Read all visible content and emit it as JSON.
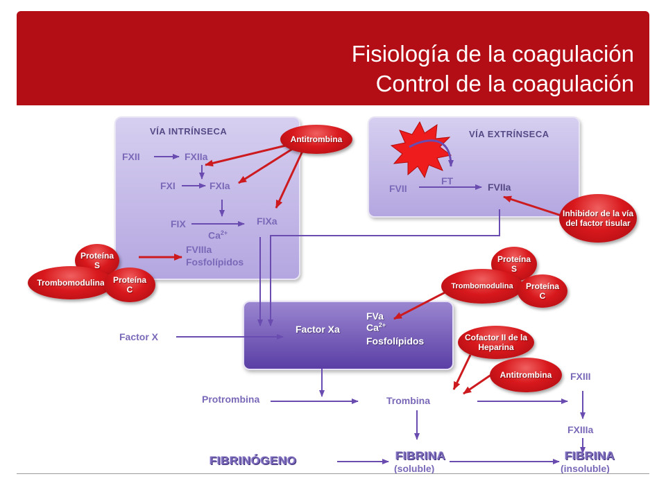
{
  "header": {
    "title_line1": "Fisiología de la coagulación",
    "title_line2": "Control de la coagulación",
    "color": "#b30e16"
  },
  "intrinsic": {
    "heading": "VÍA INTRÍNSECA",
    "fxii": "FXII",
    "fxiia": "FXIIa",
    "fxi": "FXI",
    "fxia": "FXIa",
    "fix": "FIX",
    "ca": "Ca",
    "ca_sup": "2+",
    "fixa": "FIXa",
    "fviiia": "FVIIIa",
    "fosfo": "Fosfolípidos"
  },
  "extrinsic": {
    "heading": "VÍA EXTRÍNSECA",
    "ft": "FT",
    "fvii": "FVII",
    "fviia": "FVIIa"
  },
  "center": {
    "factor_xa": "Factor Xa",
    "fva": "FVa",
    "ca": "Ca",
    "ca_sup": "2+",
    "fosfo": "Fosfolípidos",
    "factor_x": "Factor X"
  },
  "cascade": {
    "protrombina": "Protrombina",
    "trombina": "Trombina",
    "fxiii": "FXIII",
    "fxiiia": "FXIIIa",
    "fibrinogeno": "FIBRINÓGENO",
    "fibrina1": "FIBRINA",
    "soluble": "(soluble)",
    "fibrina2": "FIBRINA",
    "insoluble": "(insoluble)"
  },
  "inhibitors": {
    "antitrombina_top": "Antitrombina",
    "inhibidor": "Inhibidor de la vía del factor tisular",
    "left_trombomodulina": "Trombomodulina",
    "left_proteina_s": "Proteína S",
    "left_proteina_c": "Proteína C",
    "right_trombomodulina": "Trombomodulina",
    "right_proteina_s": "Proteína S",
    "right_proteina_c": "Proteína C",
    "cofactor": "Cofactor II de la Heparina",
    "antitrombina_bottom": "Antitrombina"
  },
  "colors": {
    "arrow_purple": "#6a4bb0",
    "inhibitor_red": "#cc1a1f",
    "panel_light": "#c4b8e8",
    "panel_dark": "#6a4fb0",
    "text_purple": "#7a68b8"
  }
}
